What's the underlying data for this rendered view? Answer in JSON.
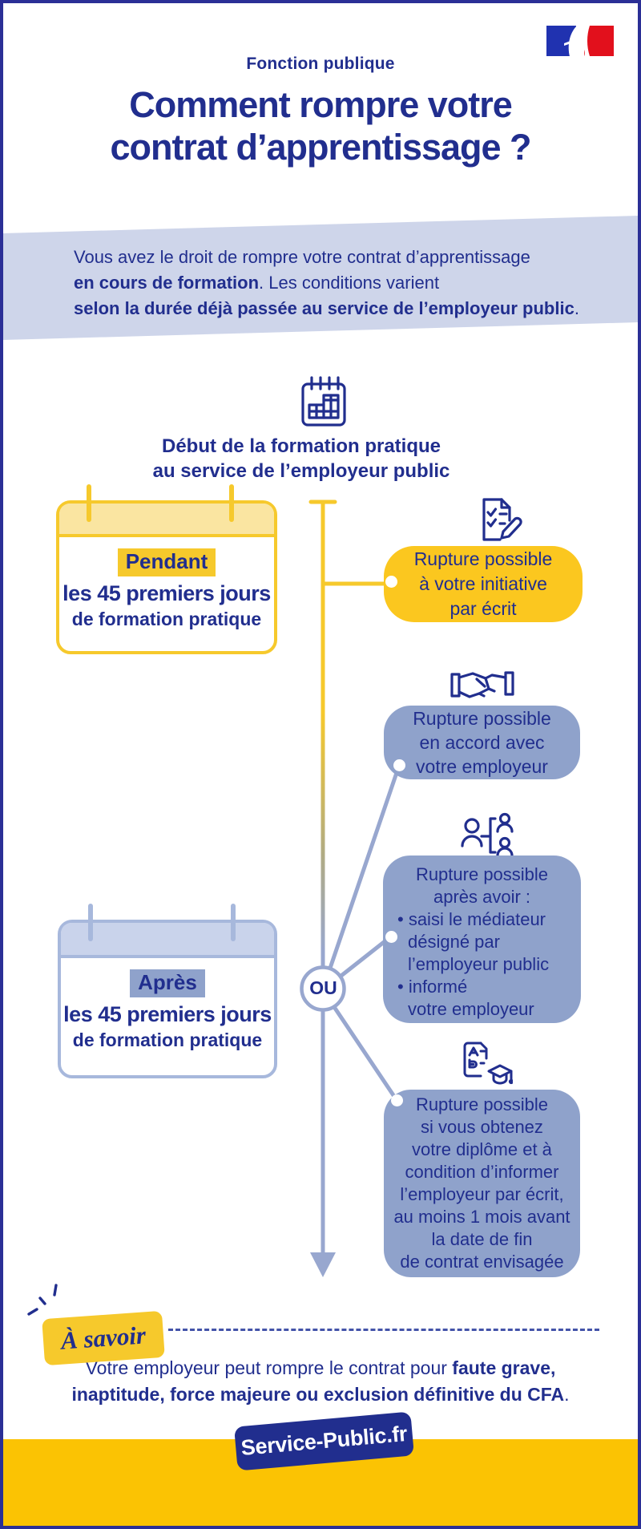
{
  "header": {
    "kicker": "Fonction publique",
    "title": "Comment rompre votre\ncontrat d’apprentissage ?"
  },
  "intro": {
    "line1": [
      {
        "t": "Vous avez le droit de rompre votre contrat d’apprentissage",
        "b": 0
      }
    ],
    "line2": [
      {
        "t": "en cours de formation",
        "b": 1
      },
      {
        "t": ". Les conditions varient",
        "b": 0
      }
    ],
    "line3": [
      {
        "t": "selon la durée déjà passée au service de l’employeur public",
        "b": 1
      },
      {
        "t": ".",
        "b": 0
      }
    ]
  },
  "timeline": {
    "start_label": "Début de la formation pratique\nau service de l’employeur public",
    "or_label": "OU"
  },
  "period_during": {
    "highlight": "Pendant",
    "line1": "les 45 premiers jours",
    "line2": "de formation pratique"
  },
  "period_after": {
    "highlight": "Après",
    "line1": "les 45 premiers jours",
    "line2": "de formation pratique"
  },
  "outcomes": {
    "initiative": {
      "icon": "checklist-pencil-icon",
      "text": "Rupture possible\nà votre initiative\npar écrit"
    },
    "accord": {
      "icon": "handshake-icon",
      "text": "Rupture possible\nen accord avec\nvotre employeur"
    },
    "mediator": {
      "icon": "mediator-people-icon",
      "lines": [
        {
          "t": "Rupture possible",
          "c": "c"
        },
        {
          "t": "après avoir :",
          "c": "c"
        },
        {
          "t": "• saisi le médiateur",
          "c": "b"
        },
        {
          "t": "désigné par",
          "c": "i"
        },
        {
          "t": "l’employeur public",
          "c": "i"
        },
        {
          "t": "• informé",
          "c": "b"
        },
        {
          "t": "votre employeur",
          "c": "i"
        }
      ]
    },
    "diplome": {
      "icon": "diploma-icon",
      "text": "Rupture possible\nsi vous obtenez\nvotre diplôme et à\ncondition d’informer\nl’employeur par écrit,\nau moins 1 mois avant\nla date de fin\nde contrat envisagée"
    }
  },
  "know": {
    "badge": "À savoir",
    "line1": [
      {
        "t": "Votre employeur peut rompre le contrat pour ",
        "b": 0
      },
      {
        "t": "faute grave,",
        "b": 1
      }
    ],
    "line2": [
      {
        "t": "inaptitude, force majeure ou exclusion définitive du CFA",
        "b": 1
      },
      {
        "t": ".",
        "b": 0
      }
    ]
  },
  "footer": {
    "brand": "Service-Public.fr"
  },
  "icons": [
    "french-flag-marianne-icon",
    "calendar-icon",
    "checklist-pencil-icon",
    "handshake-icon",
    "mediator-people-icon",
    "diploma-icon",
    "spark-icon"
  ],
  "colors": {
    "navy": "#212e8e",
    "yellow": "#f6c92c",
    "yellow_bubble": "#fbc71f",
    "pale_yellow_header": "#fae5a1",
    "periwinkle_bubble": "#8fa2cb",
    "banner_blue": "#ced5ea",
    "blue_card_border": "#a7b8dc",
    "blue_card_header": "#c9d3eb",
    "footer_yellow": "#fbc303",
    "flag_blue": "#2032b0",
    "flag_red": "#e2101c"
  }
}
